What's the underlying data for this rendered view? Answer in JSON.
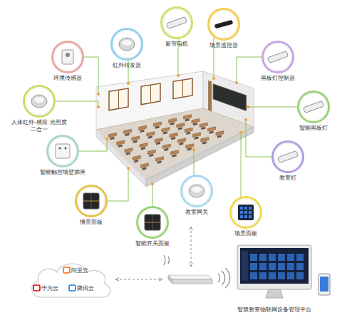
{
  "diagram": {
    "nodes": [
      {
        "text": [
          "窗帘电机"
        ]
      },
      {
        "text": [
          "场景遥控器"
        ]
      },
      {
        "text": [
          "红外转发器"
        ]
      },
      {
        "text": [
          "环境传感器"
        ]
      },
      {
        "text": [
          "黑板灯控制器"
        ]
      },
      {
        "text": [
          "人体红外-感应 光照度二合一"
        ]
      },
      {
        "text": [
          "智能黑板灯"
        ]
      },
      {
        "text": [
          "智能触控墙壁插座"
        ]
      },
      {
        "text": [
          "教室灯"
        ]
      },
      {
        "text": [
          "情景面板"
        ]
      },
      {
        "text": [
          "教室网关"
        ]
      },
      {
        "text": [
          "场景面板"
        ]
      },
      {
        "text": [
          "智能开关面板"
        ]
      },
      {
        "text": [
          "阿里云",
          "华为云",
          "腾讯云"
        ]
      },
      {
        "text": [
          "智慧教室物联网设备管理平台"
        ]
      }
    ]
  }
}
